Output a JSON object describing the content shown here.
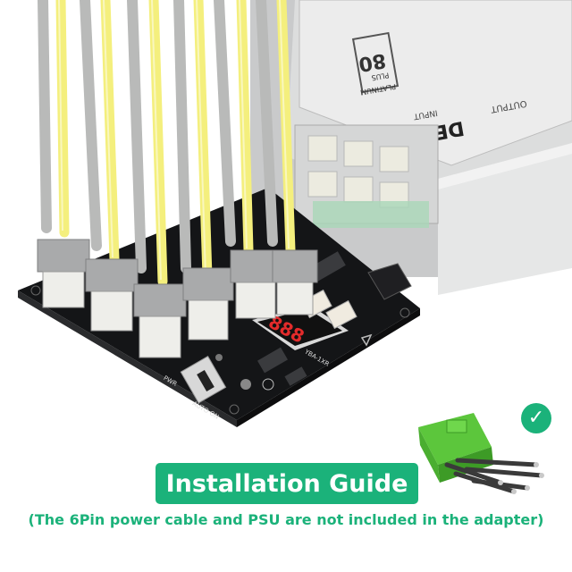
{
  "banner": {
    "title": "Installation Guide"
  },
  "note": {
    "text": "(The 6Pin power cable and PSU are not included in the adapter)"
  },
  "psu": {
    "brand": "DELL",
    "badge_top": "80",
    "badge_plus": "PLUS",
    "badge_grade": "PLATINUM",
    "label_output": "OUTPUT",
    "label_input": "INPUT"
  },
  "board": {
    "display_digits": "888",
    "label_pwr": "PWR",
    "label_auto_on": "AUTO ON",
    "label_model": "YBA-1XR"
  },
  "icons": {
    "check": "✓"
  },
  "colors": {
    "accent": "#1bb27a",
    "connector_green": "#5cc63c",
    "wire_yellow": "#f4ef7d",
    "wire_gray": "#b9bab9",
    "pcb": "#1d1e21"
  }
}
